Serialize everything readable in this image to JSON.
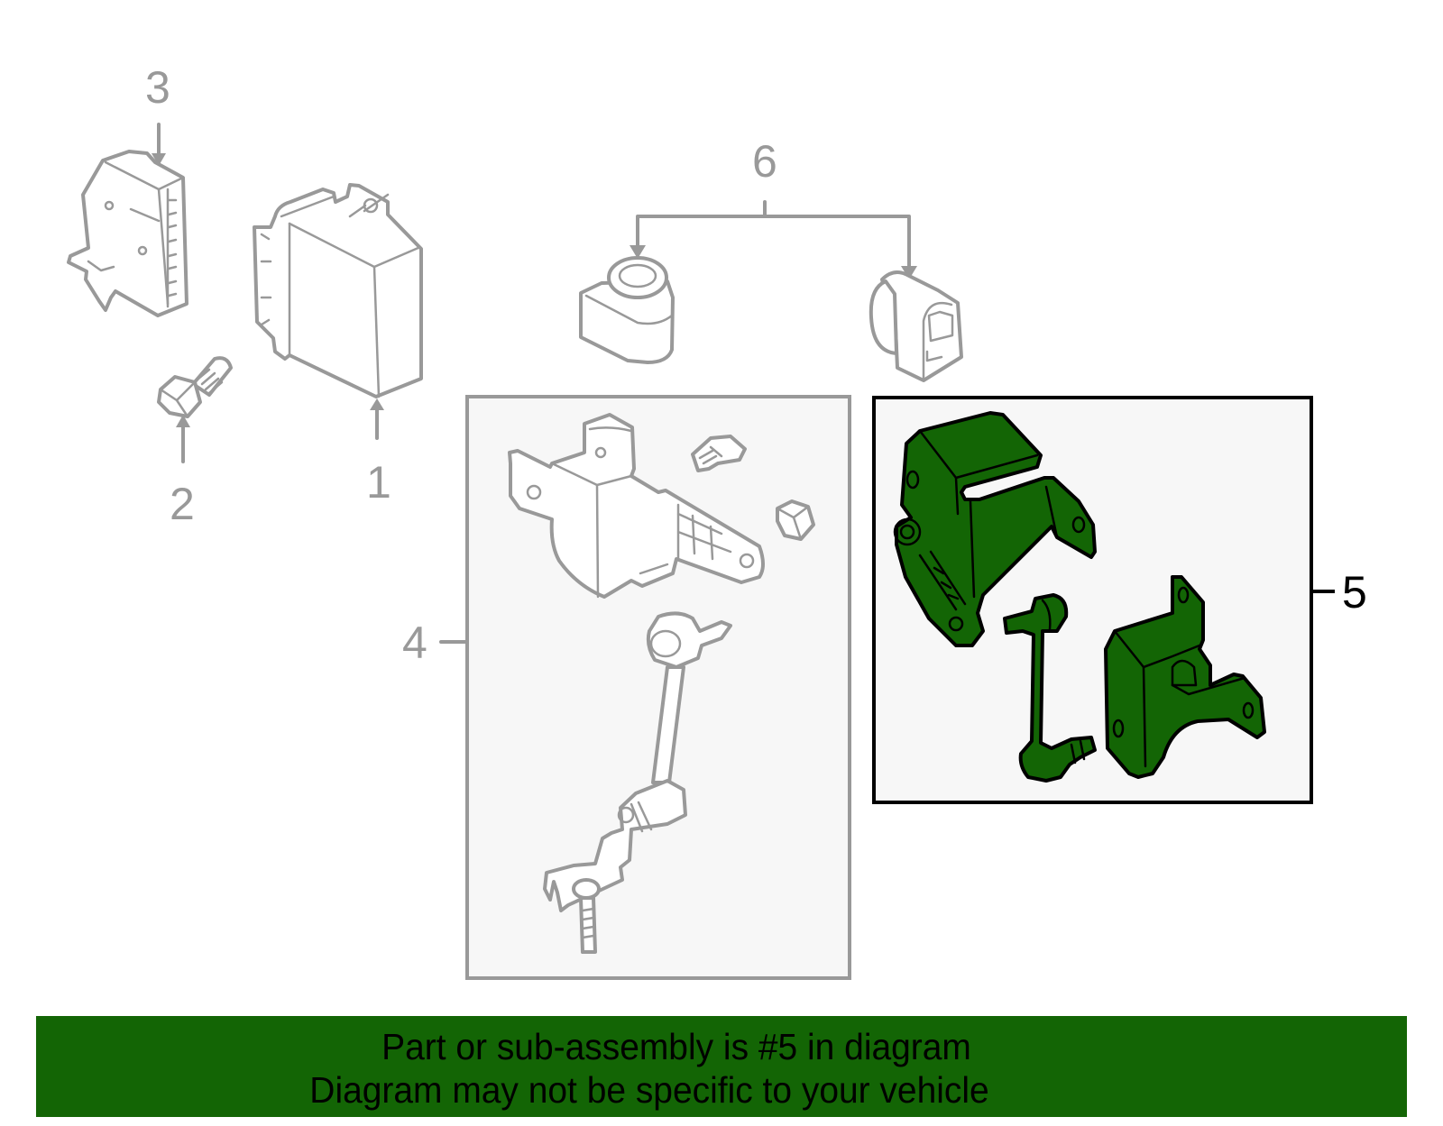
{
  "diagram": {
    "callouts": [
      {
        "id": "1",
        "label": "1",
        "description": "Control module (box)"
      },
      {
        "id": "2",
        "label": "2",
        "description": "Bolt"
      },
      {
        "id": "3",
        "label": "3",
        "description": "Connector bracket"
      },
      {
        "id": "4",
        "label": "4",
        "description": "Level sensor assembly (front)"
      },
      {
        "id": "5",
        "label": "5",
        "description": "Level sensor assembly (highlighted)"
      },
      {
        "id": "6",
        "label": "6",
        "description": "Connectors"
      }
    ],
    "highlighted_part": "5",
    "colors": {
      "highlight_fill": "#136505",
      "highlight_stroke": "#000000",
      "inactive_stroke": "#999999",
      "box_background": "#f7f7f7",
      "banner_background": "#136505"
    }
  },
  "banner": {
    "line1": "Part or sub-assembly is #5 in diagram",
    "line2": "Diagram may not be specific to your vehicle"
  }
}
